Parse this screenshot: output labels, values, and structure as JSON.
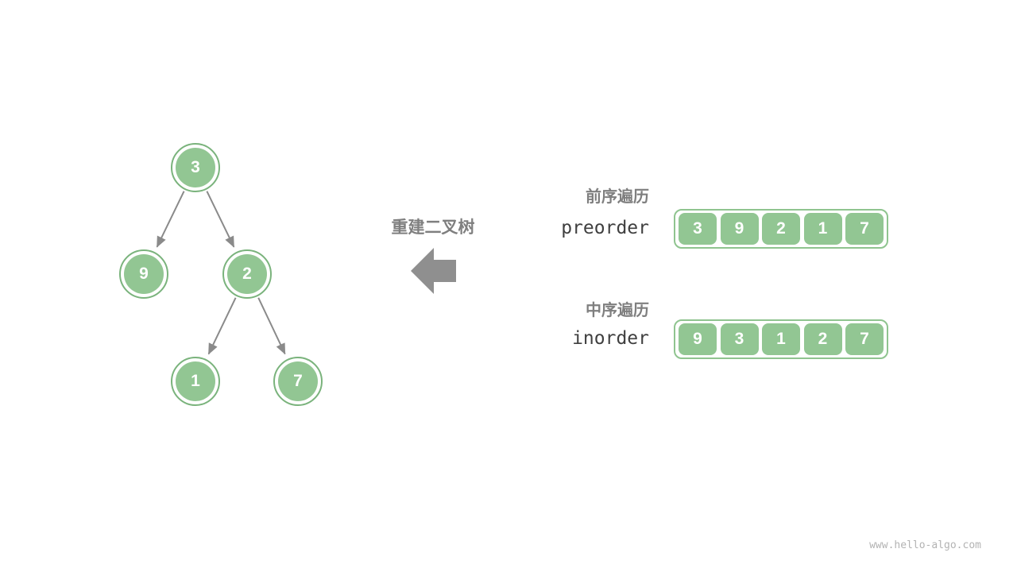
{
  "transform": {
    "label": "重建二叉树"
  },
  "tree": {
    "nodes": [
      {
        "id": "root",
        "value": "3"
      },
      {
        "id": "left-child",
        "value": "9"
      },
      {
        "id": "right-child",
        "value": "2"
      },
      {
        "id": "right-left-child",
        "value": "1"
      },
      {
        "id": "right-right-child",
        "value": "7"
      }
    ],
    "edges": [
      {
        "from": "3",
        "to": "9"
      },
      {
        "from": "3",
        "to": "2"
      },
      {
        "from": "2",
        "to": "1"
      },
      {
        "from": "2",
        "to": "7"
      }
    ]
  },
  "traversals": [
    {
      "label_zh": "前序遍历",
      "label_en": "preorder",
      "values": [
        "3",
        "9",
        "2",
        "1",
        "7"
      ]
    },
    {
      "label_zh": "中序遍历",
      "label_en": "inorder",
      "values": [
        "9",
        "3",
        "1",
        "2",
        "7"
      ]
    }
  ],
  "footer": {
    "watermark": "www.hello-algo.com"
  },
  "colors": {
    "node_fill": "#92C693",
    "node_border": "#7AB37C",
    "edge_gray": "#8A8A8A",
    "arrow_gray": "#8F8F8F",
    "label_gray": "#7F7F7F",
    "mono_text": "#3F3F3F",
    "watermark_gray": "#B3B3B3"
  }
}
